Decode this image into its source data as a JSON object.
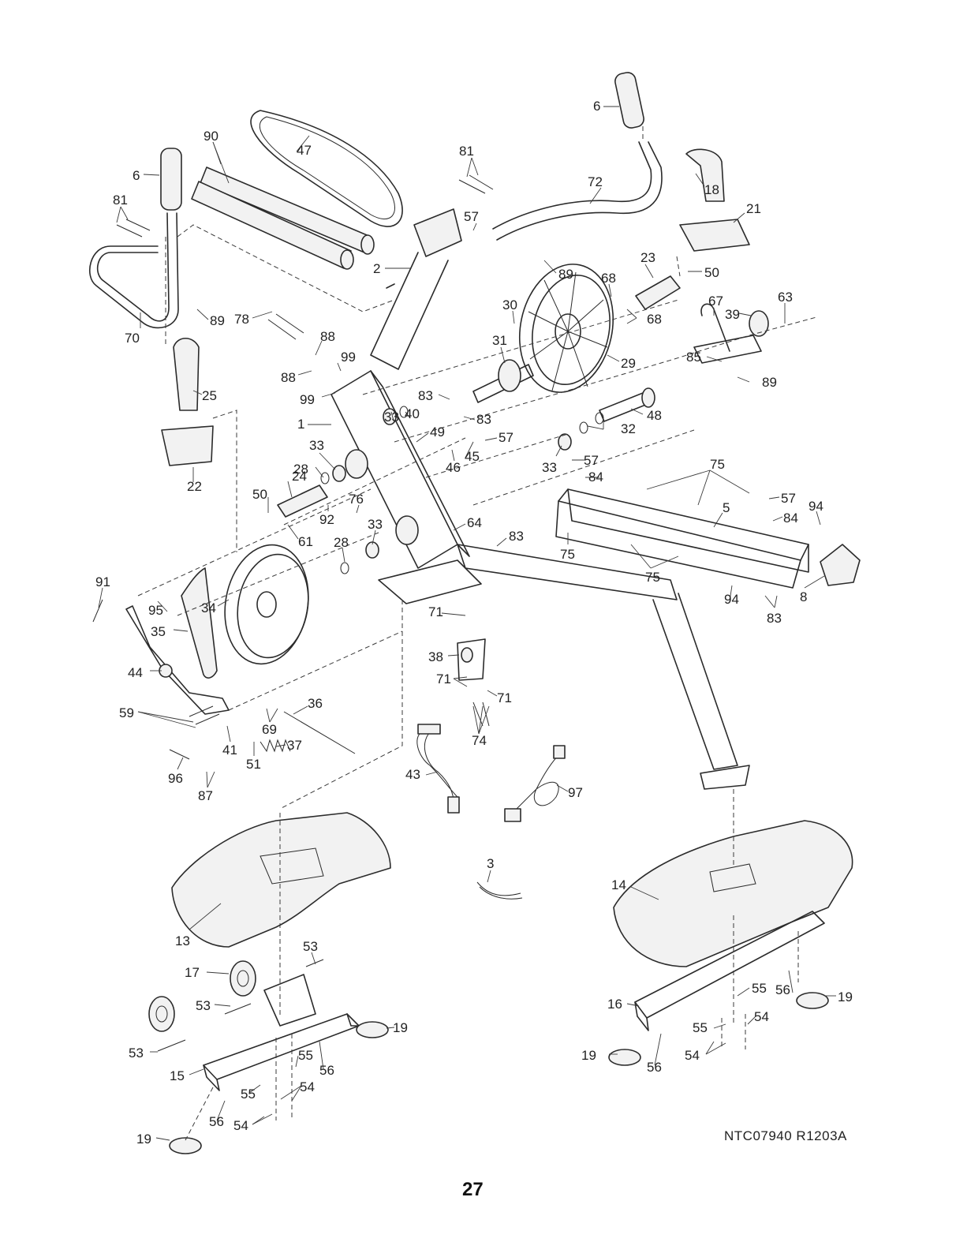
{
  "document": {
    "code": "NTC07940 R1203A",
    "page_number": "27"
  },
  "callouts": [
    {
      "id": "c6a",
      "text": "6"
    },
    {
      "id": "c90",
      "text": "90"
    },
    {
      "id": "c47",
      "text": "47"
    },
    {
      "id": "c81a",
      "text": "81"
    },
    {
      "id": "c6b",
      "text": "6"
    },
    {
      "id": "c72",
      "text": "72"
    },
    {
      "id": "c18",
      "text": "18"
    },
    {
      "id": "c81b",
      "text": "81"
    },
    {
      "id": "c57a",
      "text": "57"
    },
    {
      "id": "c21",
      "text": "21"
    },
    {
      "id": "c2",
      "text": "2"
    },
    {
      "id": "c89a",
      "text": "89"
    },
    {
      "id": "c23",
      "text": "23"
    },
    {
      "id": "c68a",
      "text": "68"
    },
    {
      "id": "c50a",
      "text": "50"
    },
    {
      "id": "c30",
      "text": "30"
    },
    {
      "id": "c67",
      "text": "67"
    },
    {
      "id": "c39",
      "text": "39"
    },
    {
      "id": "c63",
      "text": "63"
    },
    {
      "id": "c78",
      "text": "78"
    },
    {
      "id": "c89b",
      "text": "89"
    },
    {
      "id": "c70",
      "text": "70"
    },
    {
      "id": "c68b",
      "text": "68"
    },
    {
      "id": "c88a",
      "text": "88"
    },
    {
      "id": "c31",
      "text": "31"
    },
    {
      "id": "c99a",
      "text": "99"
    },
    {
      "id": "c85",
      "text": "85"
    },
    {
      "id": "c29",
      "text": "29"
    },
    {
      "id": "c88b",
      "text": "88"
    },
    {
      "id": "c89c",
      "text": "89"
    },
    {
      "id": "c25",
      "text": "25"
    },
    {
      "id": "c99b",
      "text": "99"
    },
    {
      "id": "c83a",
      "text": "83"
    },
    {
      "id": "c33a",
      "text": "33"
    },
    {
      "id": "c40",
      "text": "40"
    },
    {
      "id": "c83b",
      "text": "83"
    },
    {
      "id": "c48",
      "text": "48"
    },
    {
      "id": "c1",
      "text": "1"
    },
    {
      "id": "c32",
      "text": "32"
    },
    {
      "id": "c49",
      "text": "49"
    },
    {
      "id": "c57b",
      "text": "57"
    },
    {
      "id": "c33b",
      "text": "33"
    },
    {
      "id": "c45",
      "text": "45"
    },
    {
      "id": "c22",
      "text": "22"
    },
    {
      "id": "c28a",
      "text": "28"
    },
    {
      "id": "c46",
      "text": "46"
    },
    {
      "id": "c57c",
      "text": "57"
    },
    {
      "id": "c24",
      "text": "24"
    },
    {
      "id": "c33c",
      "text": "33"
    },
    {
      "id": "c84a",
      "text": "84"
    },
    {
      "id": "c75a",
      "text": "75"
    },
    {
      "id": "c50b",
      "text": "50"
    },
    {
      "id": "c76",
      "text": "76"
    },
    {
      "id": "c57d",
      "text": "57"
    },
    {
      "id": "c94a",
      "text": "94"
    },
    {
      "id": "c92",
      "text": "92"
    },
    {
      "id": "c5",
      "text": "5"
    },
    {
      "id": "c84b",
      "text": "84"
    },
    {
      "id": "c64",
      "text": "64"
    },
    {
      "id": "c61",
      "text": "61"
    },
    {
      "id": "c33d",
      "text": "33"
    },
    {
      "id": "c83c",
      "text": "83"
    },
    {
      "id": "c28b",
      "text": "28"
    },
    {
      "id": "c75b",
      "text": "75"
    },
    {
      "id": "c91",
      "text": "91"
    },
    {
      "id": "c75c",
      "text": "75"
    },
    {
      "id": "c95",
      "text": "95"
    },
    {
      "id": "c94b",
      "text": "94"
    },
    {
      "id": "c8",
      "text": "8"
    },
    {
      "id": "c34",
      "text": "34"
    },
    {
      "id": "c71a",
      "text": "71"
    },
    {
      "id": "c83d",
      "text": "83"
    },
    {
      "id": "c35",
      "text": "35"
    },
    {
      "id": "c38",
      "text": "38"
    },
    {
      "id": "c44",
      "text": "44"
    },
    {
      "id": "c71b",
      "text": "71"
    },
    {
      "id": "c71c",
      "text": "71"
    },
    {
      "id": "c59",
      "text": "59"
    },
    {
      "id": "c36",
      "text": "36"
    },
    {
      "id": "c69",
      "text": "69"
    },
    {
      "id": "c74",
      "text": "74"
    },
    {
      "id": "c41",
      "text": "41"
    },
    {
      "id": "c37",
      "text": "37"
    },
    {
      "id": "c51",
      "text": "51"
    },
    {
      "id": "c96",
      "text": "96"
    },
    {
      "id": "c43",
      "text": "43"
    },
    {
      "id": "c97",
      "text": "97"
    },
    {
      "id": "c87",
      "text": "87"
    },
    {
      "id": "c3",
      "text": "3"
    },
    {
      "id": "c14",
      "text": "14"
    },
    {
      "id": "c13",
      "text": "13"
    },
    {
      "id": "c53a",
      "text": "53"
    },
    {
      "id": "c17",
      "text": "17"
    },
    {
      "id": "c55a",
      "text": "55"
    },
    {
      "id": "c56a",
      "text": "56"
    },
    {
      "id": "c19a",
      "text": "19"
    },
    {
      "id": "c53b",
      "text": "53"
    },
    {
      "id": "c16",
      "text": "16"
    },
    {
      "id": "c54a",
      "text": "54"
    },
    {
      "id": "c55b",
      "text": "55"
    },
    {
      "id": "c19b",
      "text": "19"
    },
    {
      "id": "c53c",
      "text": "53"
    },
    {
      "id": "c55c",
      "text": "55"
    },
    {
      "id": "c19c",
      "text": "19"
    },
    {
      "id": "c54b",
      "text": "54"
    },
    {
      "id": "c56b",
      "text": "56"
    },
    {
      "id": "c15",
      "text": "15"
    },
    {
      "id": "c56c",
      "text": "56"
    },
    {
      "id": "c55d",
      "text": "55"
    },
    {
      "id": "c54c",
      "text": "54"
    },
    {
      "id": "c19d",
      "text": "19"
    },
    {
      "id": "c56d",
      "text": "56"
    },
    {
      "id": "c54d",
      "text": "54"
    }
  ]
}
